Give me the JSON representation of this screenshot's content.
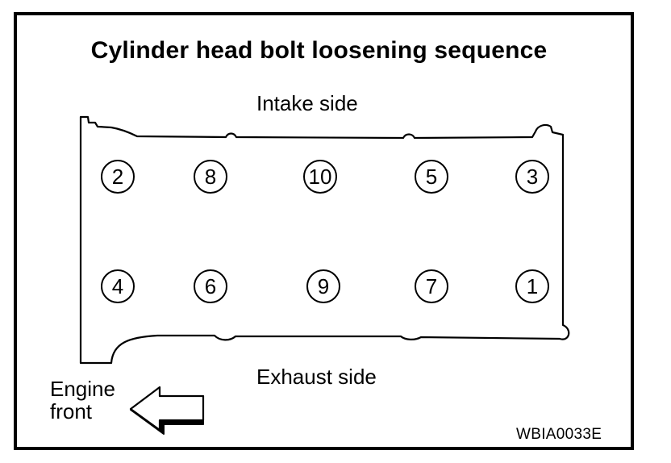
{
  "title": "Cylinder head bolt loosening sequence",
  "labels": {
    "intake": "Intake side",
    "exhaust": "Exhaust side",
    "engine_front_line1": "Engine",
    "engine_front_line2": "front",
    "figure_code": "WBIA0033E"
  },
  "bolts": {
    "top_row": [
      "2",
      "8",
      "10",
      "5",
      "3"
    ],
    "bottom_row": [
      "4",
      "6",
      "9",
      "7",
      "1"
    ]
  },
  "icons": {
    "arrow": "left-arrow-icon"
  }
}
